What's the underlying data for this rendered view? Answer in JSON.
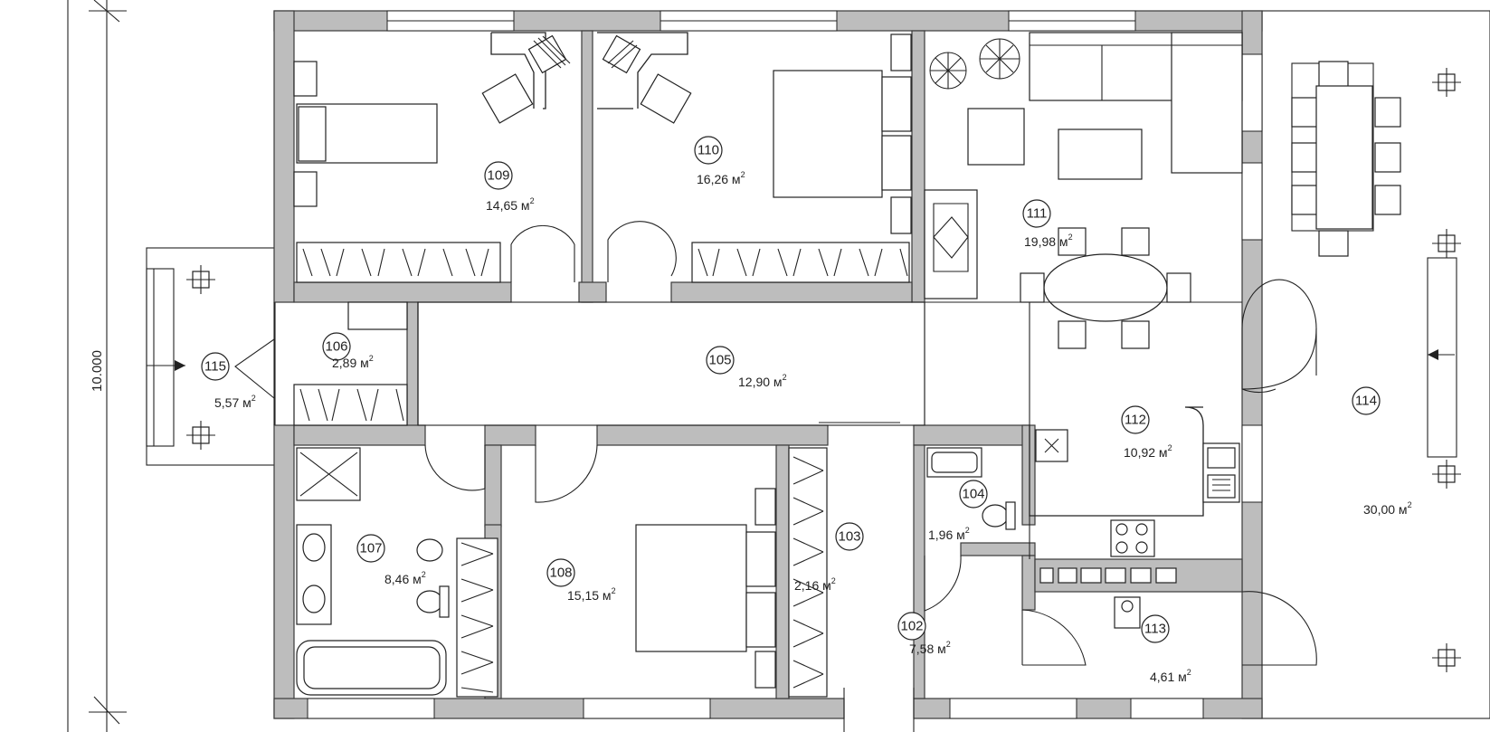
{
  "dimension_label": "10.000",
  "rooms": [
    {
      "number": "109",
      "area": "14,65 м"
    },
    {
      "number": "110",
      "area": "16,26 м"
    },
    {
      "number": "111",
      "area": "19,98 м"
    },
    {
      "number": "115",
      "area": "5,57 м"
    },
    {
      "number": "106",
      "area": "2,89 м"
    },
    {
      "number": "105",
      "area": "12,90 м"
    },
    {
      "number": "112",
      "area": "10,92 м"
    },
    {
      "number": "114",
      "area": "30,00 м"
    },
    {
      "number": "107",
      "area": "8,46 м"
    },
    {
      "number": "108",
      "area": "15,15 м"
    },
    {
      "number": "103",
      "area": "2,16 м"
    },
    {
      "number": "104",
      "area": "1,96 м"
    },
    {
      "number": "102",
      "area": "7,58 м"
    },
    {
      "number": "113",
      "area": "4,61 м"
    }
  ],
  "area_superscript": "2"
}
